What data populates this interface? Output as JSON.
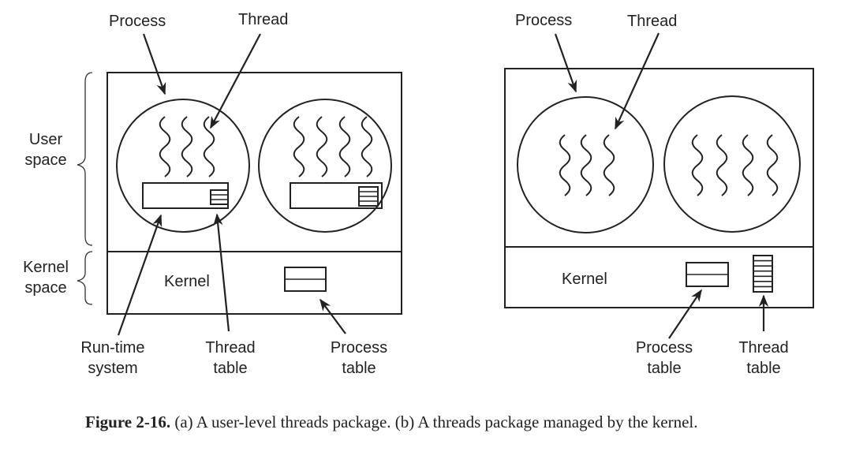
{
  "panel_a": {
    "labels": {
      "process": "Process",
      "thread": "Thread",
      "user_space": [
        "User",
        "space"
      ],
      "kernel_space": [
        "Kernel",
        "space"
      ],
      "kernel": "Kernel",
      "runtime_system": [
        "Run-time",
        "system"
      ],
      "thread_table": [
        "Thread",
        "table"
      ],
      "process_table": [
        "Process",
        "table"
      ]
    },
    "processes": [
      {
        "threads": 3,
        "thread_table_rows": 3
      },
      {
        "threads": 4,
        "thread_table_rows": 4
      }
    ],
    "kernel_process_table_rows": 2
  },
  "panel_b": {
    "labels": {
      "process": "Process",
      "thread": "Thread",
      "kernel": "Kernel",
      "process_table": [
        "Process",
        "table"
      ],
      "thread_table": [
        "Thread",
        "table"
      ]
    },
    "processes": [
      {
        "threads": 3
      },
      {
        "threads": 4
      }
    ],
    "kernel_process_table_rows": 2,
    "kernel_thread_table_rows": 7
  },
  "caption": {
    "label": "Figure 2-16.",
    "text": " (a) A user-level threads package. (b) A threads package managed by the kernel."
  }
}
